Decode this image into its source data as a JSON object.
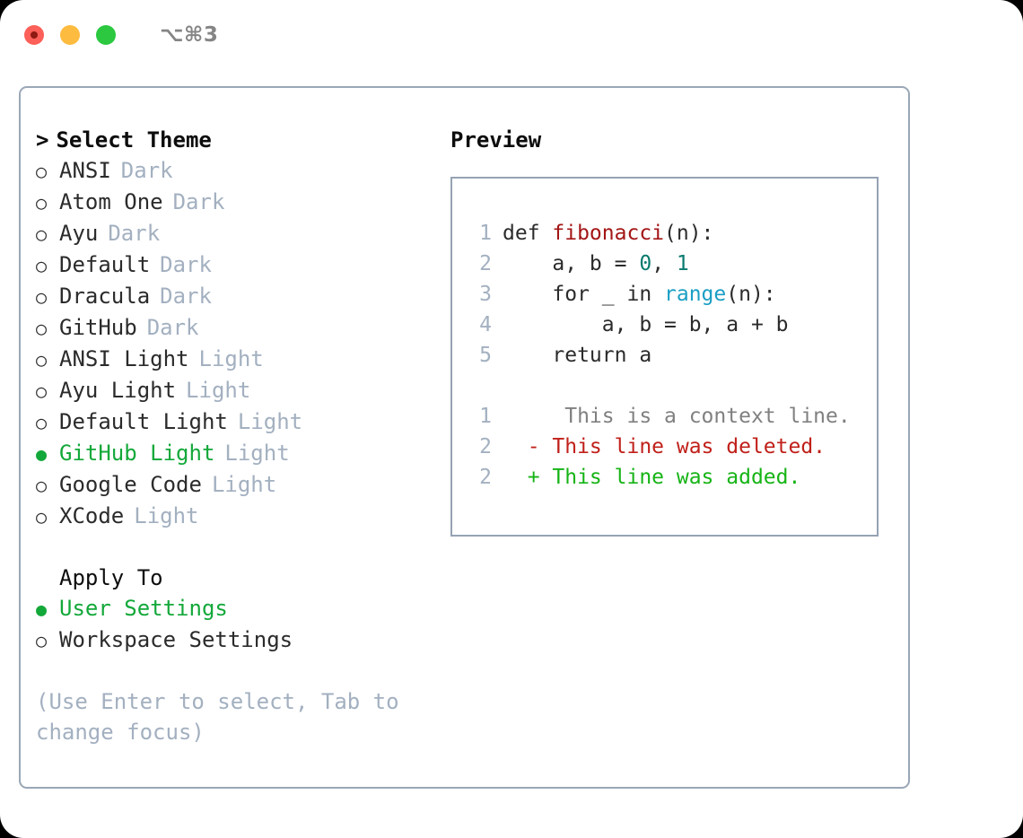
{
  "titlebar": {
    "shortcut": "⌥⌘3",
    "lights": [
      "close",
      "minimize",
      "maximize"
    ]
  },
  "theme_picker": {
    "caret": ">",
    "heading": "Select Theme",
    "bullet_selected": "●",
    "bullet_unselected": "○",
    "items": [
      {
        "name": "ANSI",
        "kind": "Dark",
        "selected": false
      },
      {
        "name": "Atom One",
        "kind": "Dark",
        "selected": false
      },
      {
        "name": "Ayu",
        "kind": "Dark",
        "selected": false
      },
      {
        "name": "Default",
        "kind": "Dark",
        "selected": false
      },
      {
        "name": "Dracula",
        "kind": "Dark",
        "selected": false
      },
      {
        "name": "GitHub",
        "kind": "Dark",
        "selected": false
      },
      {
        "name": "ANSI Light",
        "kind": "Light",
        "selected": false
      },
      {
        "name": "Ayu Light",
        "kind": "Light",
        "selected": false
      },
      {
        "name": "Default Light",
        "kind": "Light",
        "selected": false
      },
      {
        "name": "GitHub Light",
        "kind": "Light",
        "selected": true
      },
      {
        "name": "Google Code",
        "kind": "Light",
        "selected": false
      },
      {
        "name": "XCode",
        "kind": "Light",
        "selected": false
      }
    ]
  },
  "apply_to": {
    "heading": "Apply To",
    "options": [
      {
        "label": "User Settings",
        "selected": true
      },
      {
        "label": "Workspace Settings",
        "selected": false
      }
    ]
  },
  "hint": "(Use Enter to select, Tab to change focus)",
  "preview": {
    "title": "Preview",
    "code": [
      {
        "num": "1",
        "tokens": [
          {
            "t": "def ",
            "c": "plain"
          },
          {
            "t": "fibonacci",
            "c": "fn"
          },
          {
            "t": "(n):",
            "c": "plain"
          }
        ]
      },
      {
        "num": "2",
        "tokens": [
          {
            "t": "    a, b = ",
            "c": "plain"
          },
          {
            "t": "0",
            "c": "num"
          },
          {
            "t": ", ",
            "c": "plain"
          },
          {
            "t": "1",
            "c": "num"
          }
        ]
      },
      {
        "num": "3",
        "tokens": [
          {
            "t": "    for _ in ",
            "c": "plain"
          },
          {
            "t": "range",
            "c": "call"
          },
          {
            "t": "(n):",
            "c": "plain"
          }
        ]
      },
      {
        "num": "4",
        "tokens": [
          {
            "t": "        a, b = b, a + b",
            "c": "plain"
          }
        ]
      },
      {
        "num": "5",
        "tokens": [
          {
            "t": "    return a",
            "c": "plain"
          }
        ]
      }
    ],
    "diff": [
      {
        "num": "1",
        "marker": " ",
        "text": "  This is a context line.",
        "kind": "ctx"
      },
      {
        "num": "2",
        "marker": "-",
        "text": " This line was deleted.",
        "kind": "del"
      },
      {
        "num": "2",
        "marker": "+",
        "text": " This line was added.",
        "kind": "add"
      }
    ]
  },
  "colors": {
    "accent_green": "#13a83a",
    "muted": "#a3b0c0",
    "border": "#9aa7b6",
    "code_border": "#95a3b3",
    "fn_red": "#a31515",
    "call_blue": "#1a9ec4",
    "num_teal": "#0a7a6e",
    "diff_del": "#c0201a",
    "diff_add": "#16b416",
    "diff_ctx": "#808080"
  }
}
